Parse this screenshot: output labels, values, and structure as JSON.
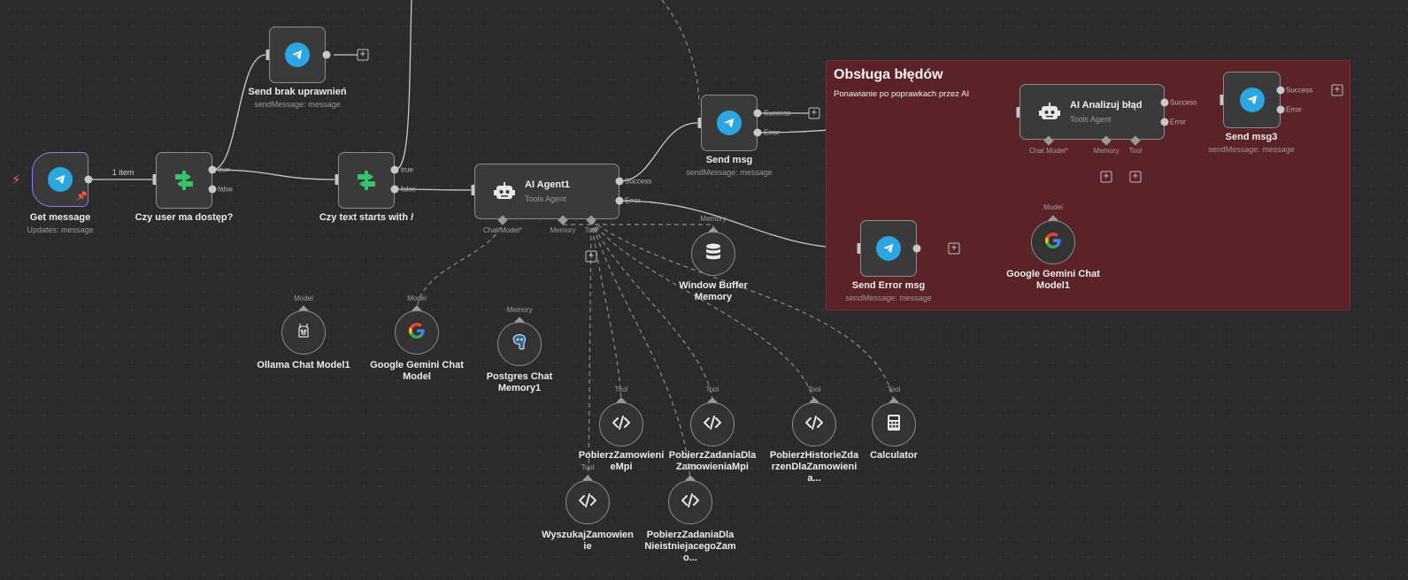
{
  "sticky": {
    "title": "Obsługa błędów",
    "subtitle": "Ponawianie po poprawkach przez AI",
    "color": "#5b2227"
  },
  "edges": {
    "items_label": "1 item"
  },
  "nodes": {
    "get_message": {
      "name": "Get message",
      "subtitle": "Updates: message",
      "icon": "telegram-icon"
    },
    "czy_user": {
      "name": "Czy user ma dostęp?",
      "icon": "switch-icon",
      "outputs": [
        "true",
        "false"
      ]
    },
    "send_brak": {
      "name": "Send brak uprawnień",
      "subtitle": "sendMessage: message",
      "icon": "telegram-icon"
    },
    "czy_text": {
      "name": "Czy text starts with /",
      "icon": "switch-icon",
      "outputs": [
        "true",
        "false"
      ]
    },
    "ai_agent1": {
      "name": "AI Agent1",
      "subtitle": "Tools Agent",
      "icon": "robot-icon",
      "outputs": [
        "Success",
        "Error"
      ],
      "ports": [
        "Chat Model",
        "Memory",
        "Tool"
      ]
    },
    "send_msg": {
      "name": "Send msg",
      "subtitle": "sendMessage: message",
      "icon": "telegram-icon",
      "outputs": [
        "Success",
        "Error"
      ]
    },
    "window_buffer": {
      "name": "Window Buffer Memory",
      "port": "Memory",
      "icon": "database-icon"
    },
    "ai_analizuj": {
      "name": "AI Analizuj błąd",
      "subtitle": "Tools Agent",
      "icon": "robot-icon",
      "outputs": [
        "Success",
        "Error"
      ],
      "ports": [
        "Chat Model",
        "Memory",
        "Tool"
      ]
    },
    "send_msg3": {
      "name": "Send msg3",
      "subtitle": "sendMessage: message",
      "icon": "telegram-icon",
      "outputs": [
        "Success",
        "Error"
      ]
    },
    "send_error": {
      "name": "Send Error msg",
      "subtitle": "sendMessage: message",
      "icon": "telegram-icon"
    },
    "gemini1": {
      "name": "Google Gemini Chat Model1",
      "port": "Model",
      "icon": "google-icon"
    },
    "ollama": {
      "name": "Ollama Chat Model1",
      "port": "Model",
      "icon": "llama-icon"
    },
    "gemini": {
      "name": "Google Gemini Chat Model",
      "port": "Model",
      "icon": "google-icon"
    },
    "postgres": {
      "name": "Postgres Chat Memory1",
      "port": "Memory",
      "icon": "postgres-icon"
    },
    "tool_pobierz_zam": {
      "name": "PobierzZamowienieMpi",
      "port": "Tool",
      "icon": "code-icon"
    },
    "tool_pobierz_zad": {
      "name": "PobierzZadaniaDlaZamowieniaMpi",
      "port": "Tool",
      "icon": "code-icon"
    },
    "tool_historie": {
      "name": "PobierzHistorieZdarzenDlaZamowienia...",
      "port": "Tool",
      "icon": "code-icon"
    },
    "tool_calculator": {
      "name": "Calculator",
      "port": "Tool",
      "icon": "calculator-icon"
    },
    "tool_wyszukaj": {
      "name": "WyszukajZamowienie",
      "port": "Tool",
      "icon": "code-icon"
    },
    "tool_pobierz_nie": {
      "name": "PobierzZadaniaDlaNieistniejacegoZamo...",
      "port": "Tool",
      "icon": "code-icon"
    }
  },
  "colors": {
    "canvas": "#2b2b2b",
    "telegram": "#2ca6e0",
    "switch": "#35c46a",
    "trigger_border": "#8b7cf0",
    "error_sticky": "#5b2227"
  }
}
